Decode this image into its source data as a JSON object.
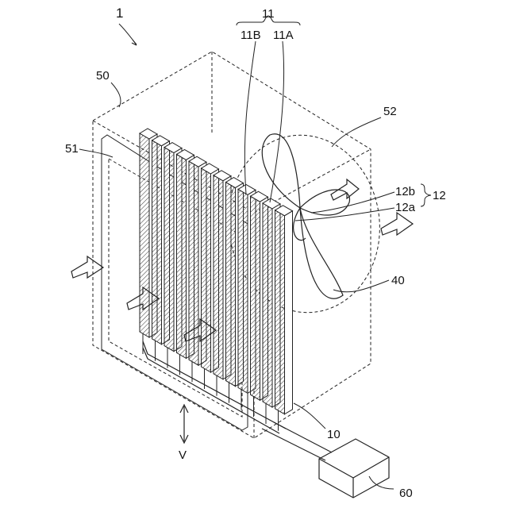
{
  "labels": {
    "device": "1",
    "heat_exchanger": "10",
    "group_11": "11",
    "part_11B": "11B",
    "part_11A": "11A",
    "group_12": "12",
    "part_12b": "12b",
    "part_12a": "12a",
    "fan": "40",
    "housing": "50",
    "housing_inner": "51",
    "fan_opening": "52",
    "controller": "60",
    "direction": "V"
  },
  "fin_count": 12
}
